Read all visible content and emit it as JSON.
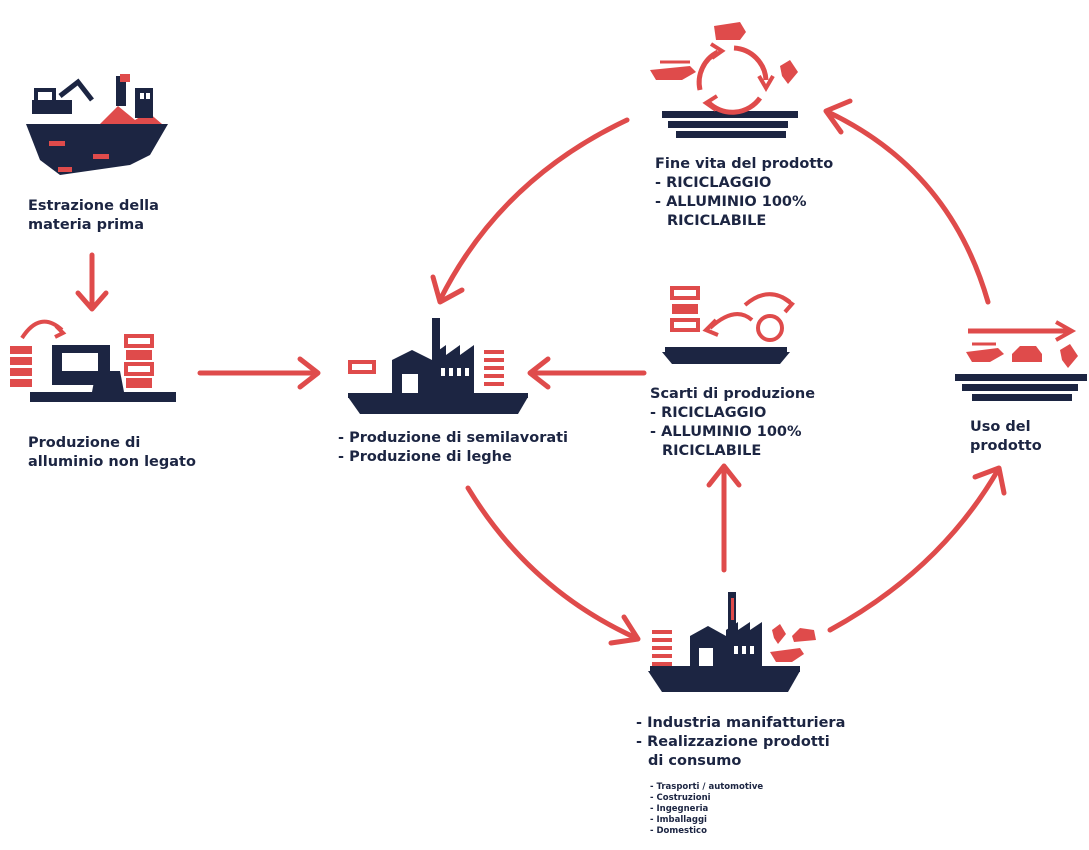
{
  "colors": {
    "navy": "#1c2542",
    "red": "#df4b4b"
  },
  "nodes": {
    "extraction": {
      "icon": "excavator-mine-icon",
      "lines": [
        "Estrazione della",
        "materia prima"
      ]
    },
    "aluminium": {
      "icon": "smelter-icon",
      "lines": [
        "Produzione di",
        "alluminio non legato"
      ]
    },
    "semifinished": {
      "icon": "factory-icon",
      "lines": [
        "- Produzione di semilavorati",
        "- Produzione di leghe"
      ]
    },
    "scrap": {
      "icon": "scrap-recycling-icon",
      "lines": [
        "Scarti di produzione",
        "- RICICLAGGIO",
        "- ALLUMINIO 100%",
        "RICICLABILE"
      ]
    },
    "endoflife": {
      "icon": "recycle-cycle-icon",
      "lines": [
        "Fine vita del prodotto",
        "- RICICLAGGIO",
        "- ALLUMINIO 100%",
        "RICICLABILE"
      ]
    },
    "use": {
      "icon": "vehicles-icon",
      "lines": [
        "Uso del",
        "prodotto"
      ]
    },
    "manufacturing": {
      "icon": "manufacturing-factory-icon",
      "lines": [
        "- Industria manifatturiera",
        "- Realizzazione prodotti",
        "di consumo"
      ],
      "sublines": [
        "- Trasporti / automotive",
        "- Costruzioni",
        "- Ingegneria",
        "- Imballaggi",
        "- Domestico"
      ]
    }
  }
}
